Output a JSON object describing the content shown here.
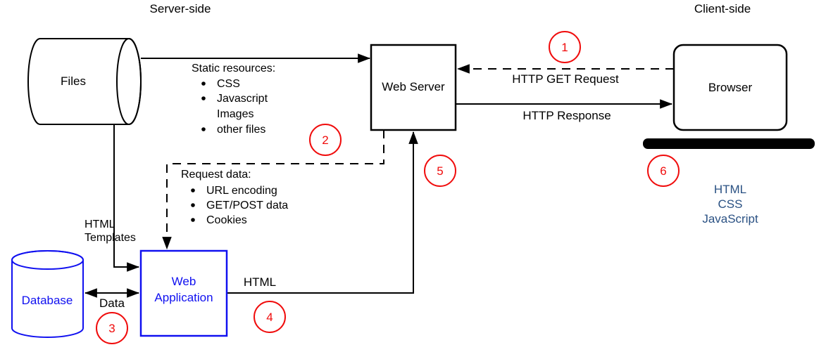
{
  "regions": {
    "server": "Server-side",
    "client": "Client-side"
  },
  "nodes": {
    "files": {
      "label": "Files"
    },
    "web_server": {
      "label": "Web Server"
    },
    "browser": {
      "label": "Browser"
    },
    "database": {
      "label": "Database"
    },
    "web_application": {
      "line1": "Web",
      "line2": "Application"
    }
  },
  "annotations": {
    "static_resources": {
      "title": "Static resources:",
      "items": [
        "CSS",
        "Javascript",
        "Images",
        "other files"
      ]
    },
    "request_data": {
      "title": "Request data:",
      "items": [
        "URL encoding",
        "GET/POST data",
        "Cookies"
      ]
    },
    "html_templates": {
      "line1": "HTML",
      "line2": "Templates"
    },
    "http_get_request": "HTTP GET Request",
    "http_response": "HTTP Response",
    "data": "Data",
    "html": "HTML",
    "client_tech": [
      "HTML",
      "CSS",
      "JavaScript"
    ]
  },
  "steps": [
    "1",
    "2",
    "3",
    "4",
    "5",
    "6"
  ],
  "colors": {
    "node_blue": "#1010f0",
    "client_tech_blue": "#2a5183",
    "step_red": "#f00c0c",
    "line_black": "#000000"
  }
}
